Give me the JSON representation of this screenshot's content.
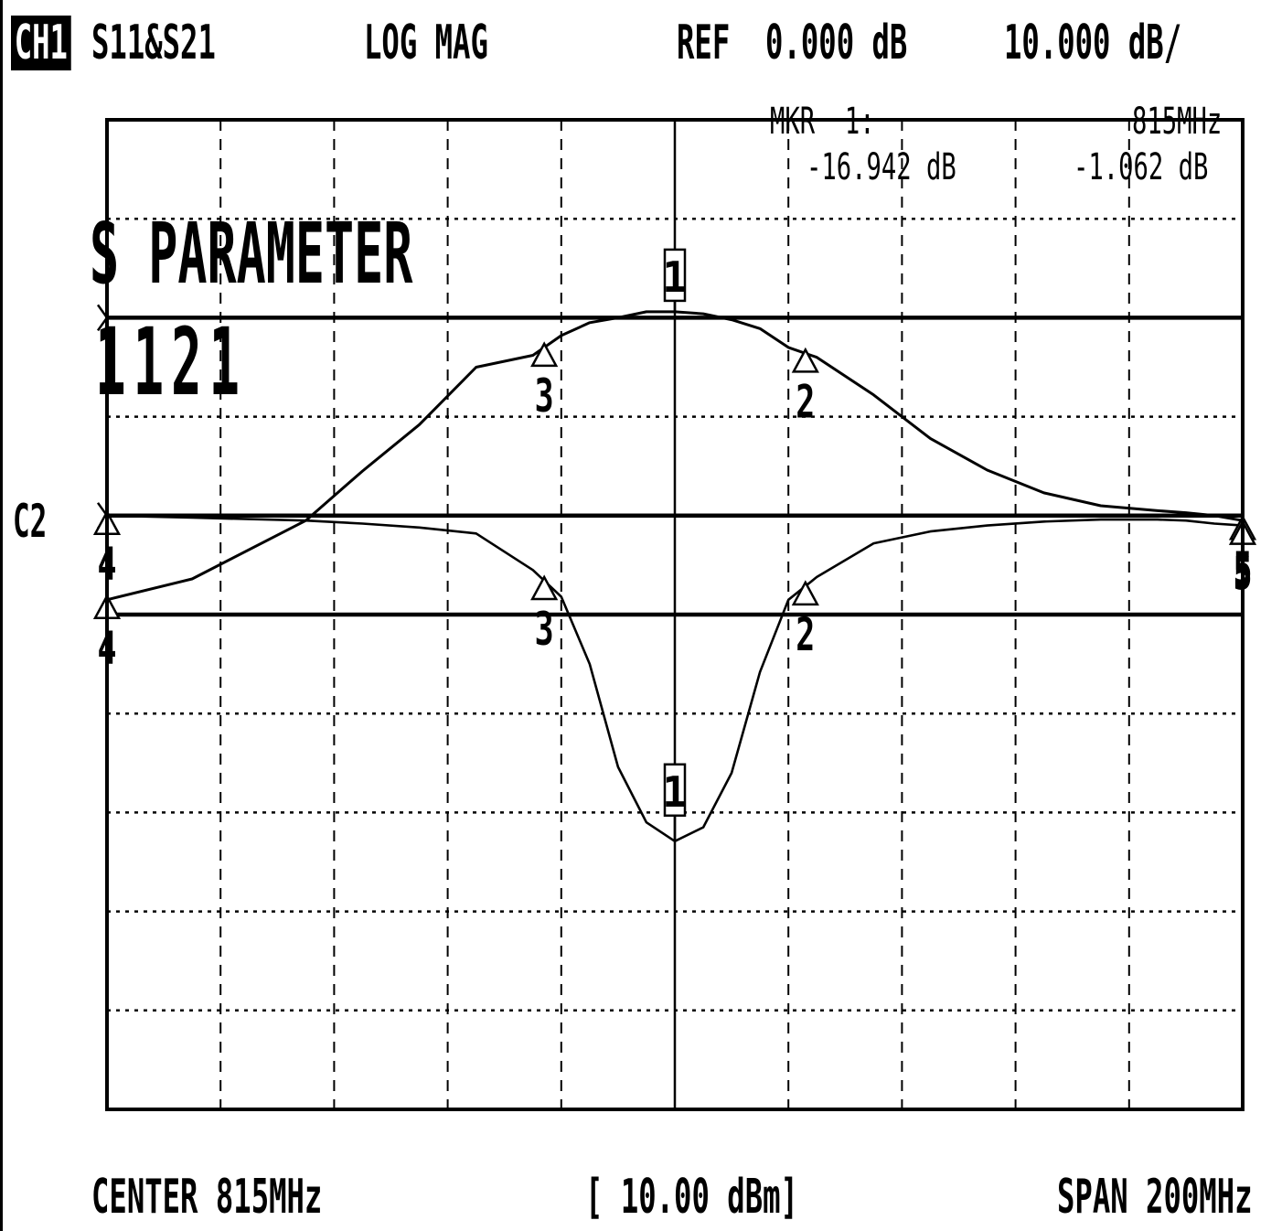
{
  "header": {
    "channel": "CH1",
    "parameters": "S11&S21",
    "format": "LOG MAG",
    "reference": "REF  0.000 dB",
    "scale": "10.000 dB/"
  },
  "marker_readout": {
    "label": "MKR  1:",
    "frequency": "815MHz",
    "value_a": "-16.942 dB",
    "value_b": "-1.062 dB"
  },
  "annotation": {
    "title": "S PARAMETER",
    "subtitle": "1121"
  },
  "channel2_label": "C2",
  "footer": {
    "center": "CENTER 815MHz",
    "power": "[ 10.00 dBm]",
    "span": "SPAN 200MHz"
  },
  "chart_data": {
    "type": "line",
    "x_center_mhz": 815,
    "x_span_mhz": 200,
    "xlim": [
      715,
      915
    ],
    "x_divisions": 10,
    "y_divisions": 10,
    "y_scale_db_per_div": 10,
    "y_divs_range": [
      -6,
      4
    ],
    "grid": true,
    "series": [
      {
        "name": "",
        "x": [
          715,
          730,
          750,
          760,
          770,
          780,
          790,
          795,
          800,
          805,
          810,
          815,
          820,
          825,
          830,
          835,
          840,
          850,
          860,
          870,
          880,
          890,
          900,
          905,
          910,
          915
        ],
        "y": [
          -0.85,
          -0.64,
          -0.05,
          0.45,
          0.92,
          1.5,
          1.62,
          1.82,
          1.95,
          2.0,
          2.06,
          2.06,
          2.04,
          1.98,
          1.89,
          1.7,
          1.6,
          1.22,
          0.78,
          0.46,
          0.23,
          0.1,
          0.05,
          0.03,
          0.0,
          -0.05
        ]
      },
      {
        "name": "",
        "x": [
          715,
          730,
          750,
          760,
          770,
          780,
          790,
          795,
          800,
          805,
          810,
          815,
          820,
          825,
          830,
          835,
          840,
          850,
          860,
          870,
          880,
          890,
          900,
          905,
          910,
          915
        ],
        "y": [
          0.0,
          -0.02,
          -0.05,
          -0.08,
          -0.12,
          -0.18,
          -0.55,
          -0.82,
          -1.5,
          -2.54,
          -3.1,
          -3.29,
          -3.15,
          -2.6,
          -1.58,
          -0.85,
          -0.62,
          -0.28,
          -0.16,
          -0.1,
          -0.06,
          -0.04,
          -0.04,
          -0.05,
          -0.08,
          -0.1
        ]
      }
    ],
    "reference_lines": [
      {
        "label": "",
        "y_div": 2
      },
      {
        "label": "",
        "y_div": 0
      },
      {
        "label": "",
        "y_div": -1
      }
    ],
    "markers": [
      {
        "label": "1",
        "series": 0,
        "x": 815,
        "style": "box"
      },
      {
        "label": "1",
        "series": 1,
        "x": 815,
        "style": "box"
      },
      {
        "label": "2",
        "series": 0,
        "x": 838,
        "style": "triangle"
      },
      {
        "label": "2",
        "series": 1,
        "x": 838,
        "style": "triangle"
      },
      {
        "label": "3",
        "series": 0,
        "x": 792,
        "style": "triangle"
      },
      {
        "label": "3",
        "series": 1,
        "x": 792,
        "style": "triangle"
      },
      {
        "label": "4",
        "series": 0,
        "x": 715,
        "style": "triangle"
      },
      {
        "label": "4",
        "series": 1,
        "x": 715,
        "style": "triangle"
      },
      {
        "label": "5",
        "series": 0,
        "x": 915,
        "style": "triangle"
      },
      {
        "label": "5",
        "series": 1,
        "x": 915,
        "style": "triangle"
      }
    ],
    "colors": {
      "trace": "#000000",
      "grid": "#000000",
      "background": "#ffffff"
    }
  }
}
